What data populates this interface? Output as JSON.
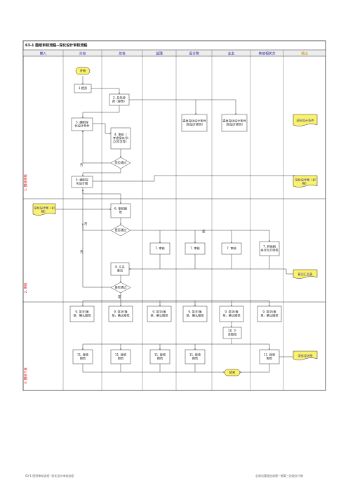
{
  "title": "63-1 图纸审核流程--深化设计审核流程",
  "columns": [
    "输入",
    "分包",
    "总包",
    "监理",
    "设计院",
    "业主",
    "其他相关方",
    "输出"
  ],
  "phases": [
    "1. 图纸审核",
    "2. 审核",
    "3. 图纸下发"
  ],
  "nodes": {
    "start": "开始",
    "n1": "1.提资",
    "n2": "2. 总包协调（提案）",
    "n3": "3. 编制深化设计条件",
    "n4": "4. 审核（考虑接口/节点/交叉等）",
    "d1": "是否通过",
    "n5": "5. 编制深化设计图",
    "n6": "6. 审核图纸",
    "d2": "是否通过",
    "n7a": "7. 审核",
    "n7b": "7. 审核",
    "n7c": "7. 审核",
    "n7d": "7. 其他相关分包方审核",
    "n8": "8. 汇总意见",
    "d3": "是否通过",
    "n9a": "9. 签字/盖章，确认图纸",
    "n9b": "9. 签字/盖章，确认图纸",
    "n9c": "9. 签字/盖章，确认图纸",
    "n9d": "9. 签字/盖章，确认图纸",
    "n9e": "9. 签字/盖章，确认图纸",
    "n9f": "9. 签字/盖章，确认图纸",
    "n10": "10. 下发图纸",
    "n11a": "11. 接收图纸",
    "n11b": "11. 接收图纸",
    "n11c": "11. 接收图纸",
    "n11d": "11. 接收图纸",
    "n11e": "11. 接收图纸",
    "end": "结束",
    "doc_design_cond": "提出深化设计条件（如设计原则）",
    "doc_owner_cond": "提出深化设计条件（如设计原则）",
    "in_doc": "深化设计图（初稿）",
    "out_doc1": "深化设计条件",
    "out_doc2": "深化设计图（初稿）",
    "out_doc3": "意见汇总表",
    "out_doc4": "深化设计图"
  },
  "labels": {
    "no1": "否",
    "no2": "否",
    "no3": "否",
    "yes1": "是",
    "yes2": "是"
  },
  "footer": {
    "left": "63-1 图纸审核流程--深化设计审核流程",
    "right": "总承包管理咨询第一期第三阶段交付物"
  },
  "colors": {
    "header_bg": "#ededed",
    "header_text": "#1a1aa0",
    "output_header_text": "#d08a00",
    "phase_text": "#e60000",
    "term_fill": "#fbf26a",
    "doc_fill": "#fbf26a",
    "decision_fill": "#ffffff",
    "line": "#333333"
  }
}
